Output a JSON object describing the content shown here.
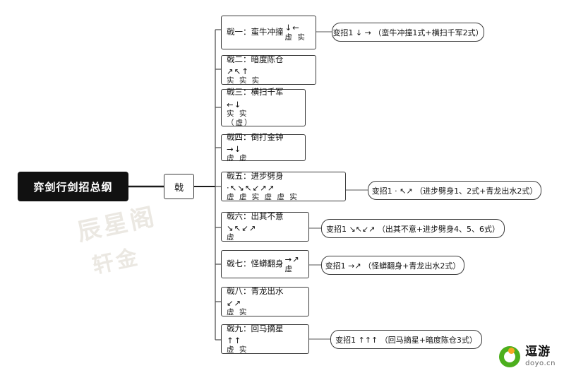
{
  "root": {
    "label": "弈剑行剑招总纲"
  },
  "branch": {
    "label": "戟"
  },
  "moves": [
    {
      "id": "m1",
      "title": "戟一：蛮牛冲撞",
      "arrows": "↓←",
      "sub": "虚 实",
      "arrows2": "",
      "sub2": ""
    },
    {
      "id": "m2",
      "title": "戟二：暗度陈仓",
      "arrows": "↗↖↑",
      "sub": "实 实 实",
      "arrows2": "",
      "sub2": ""
    },
    {
      "id": "m3",
      "title": "戟三：横扫千军",
      "arrows": "←↓",
      "sub": "实 实",
      "arrows2": "",
      "sub2": "（虚）"
    },
    {
      "id": "m4",
      "title": "戟四：倒打金钟",
      "arrows": "→↓",
      "sub": "虚 虚",
      "arrows2": "",
      "sub2": ""
    },
    {
      "id": "m5",
      "title": "戟五：进步劈身",
      "arrows": "·↖↘↖↙↗↗",
      "sub": "虚 虚 实 虚 虚 实",
      "arrows2": "",
      "sub2": ""
    },
    {
      "id": "m6",
      "title": "戟六：出其不意",
      "arrows": "↘↖↙↗",
      "sub": "虚",
      "arrows2": "",
      "sub2": ""
    },
    {
      "id": "m7",
      "title": "戟七：怪蟒翻身",
      "arrows": "→↗",
      "sub": "虚",
      "arrows2": "",
      "sub2": ""
    },
    {
      "id": "m8",
      "title": "戟八：青龙出水",
      "arrows": "↙↗",
      "sub": "虚 实",
      "arrows2": "",
      "sub2": ""
    },
    {
      "id": "m9",
      "title": "戟九：回马摘星",
      "arrows": "↑↑",
      "sub": "虚 实",
      "arrows2": "",
      "sub2": ""
    }
  ],
  "variants": [
    {
      "id": "v1",
      "text": "变招1 ↓ → （蛮牛冲撞1式+横扫千军2式）"
    },
    {
      "id": "v5",
      "text": "变招1 · ↖↗ （进步劈身1、2式+青龙出水2式）"
    },
    {
      "id": "v6",
      "text": "变招1 ↘↖↙↗ （出其不意+进步劈身4、5、6式）"
    },
    {
      "id": "v7",
      "text": "变招1 →↗ （怪蟒翻身+青龙出水2式）"
    },
    {
      "id": "v9",
      "text": "变招1 ↑↑↑ （回马摘星+暗度陈仓3式）"
    }
  ],
  "watermarks": [
    {
      "text": "辰星阁"
    },
    {
      "text": "轩金"
    }
  ],
  "logo": {
    "name": "逗游",
    "url": "doyo.cn"
  },
  "colors": {
    "root_bg": "#111111",
    "root_text": "#ffffff",
    "node_border": "#3a3a3a",
    "background": "#ffffff",
    "watermark": "#ebe8e2",
    "logo_green": "#4caf1d",
    "logo_orange": "#f5a623"
  }
}
